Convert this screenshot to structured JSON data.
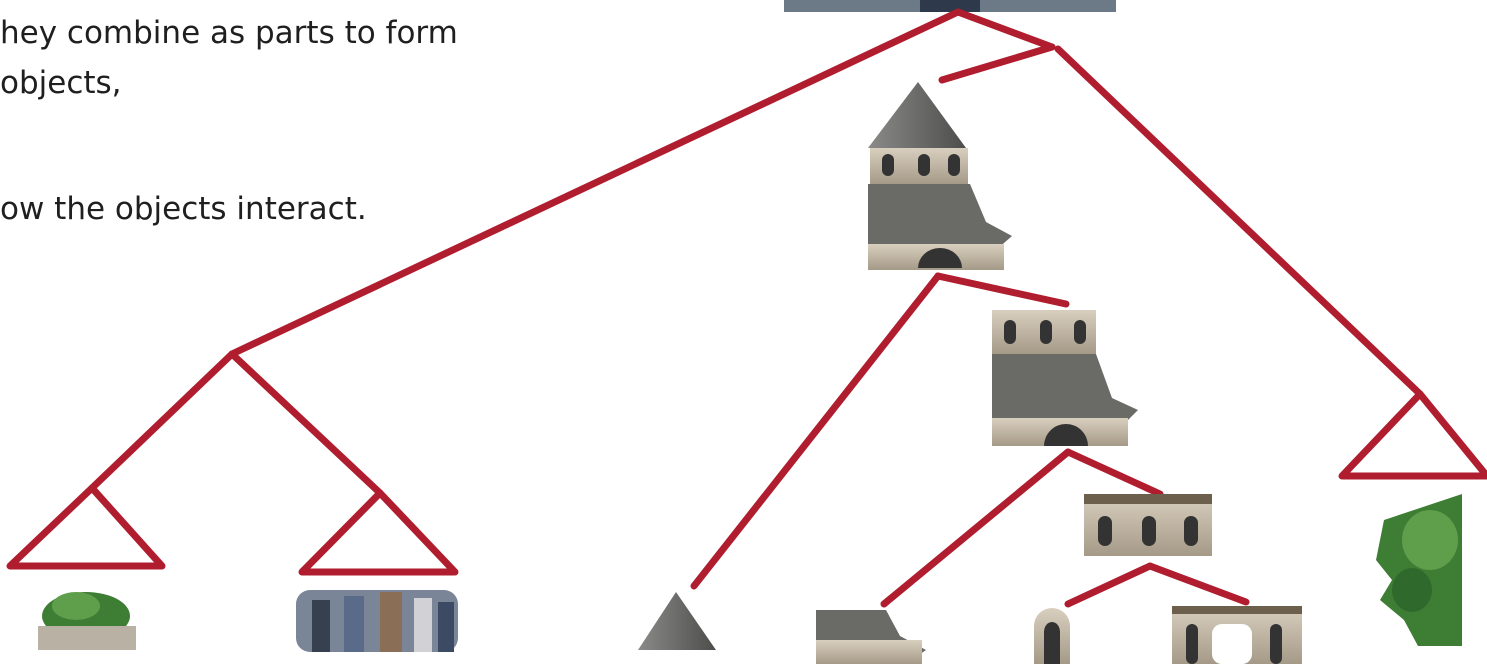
{
  "text": {
    "line1": "hey combine as parts to form",
    "line2": " objects,",
    "line3": "ow the objects interact."
  },
  "diagram": {
    "type": "scene-parse-tree",
    "nodes": [
      {
        "id": "scene-image",
        "desc": "scene photo (cropped top)"
      },
      {
        "id": "building-full",
        "desc": "round church tower with conical roof"
      },
      {
        "id": "building-no-roof",
        "desc": "tower body without roof"
      },
      {
        "id": "upper-ring",
        "desc": "arched window ring segment"
      },
      {
        "id": "lower-walls",
        "desc": "lower wall segment"
      },
      {
        "id": "conical-roof",
        "desc": "conical roof piece"
      },
      {
        "id": "arch-window",
        "desc": "single arch window"
      },
      {
        "id": "window-ring",
        "desc": "ring with windows"
      },
      {
        "id": "plants",
        "desc": "bush/planter"
      },
      {
        "id": "people",
        "desc": "group of people"
      },
      {
        "id": "tree",
        "desc": "tree"
      }
    ]
  },
  "colors": {
    "branch": "#b01d2e",
    "stone_dark": "#5a5a58",
    "stone_light": "#c9bfae",
    "roof": "#6e6e6c",
    "foliage": "#3e7d34"
  }
}
